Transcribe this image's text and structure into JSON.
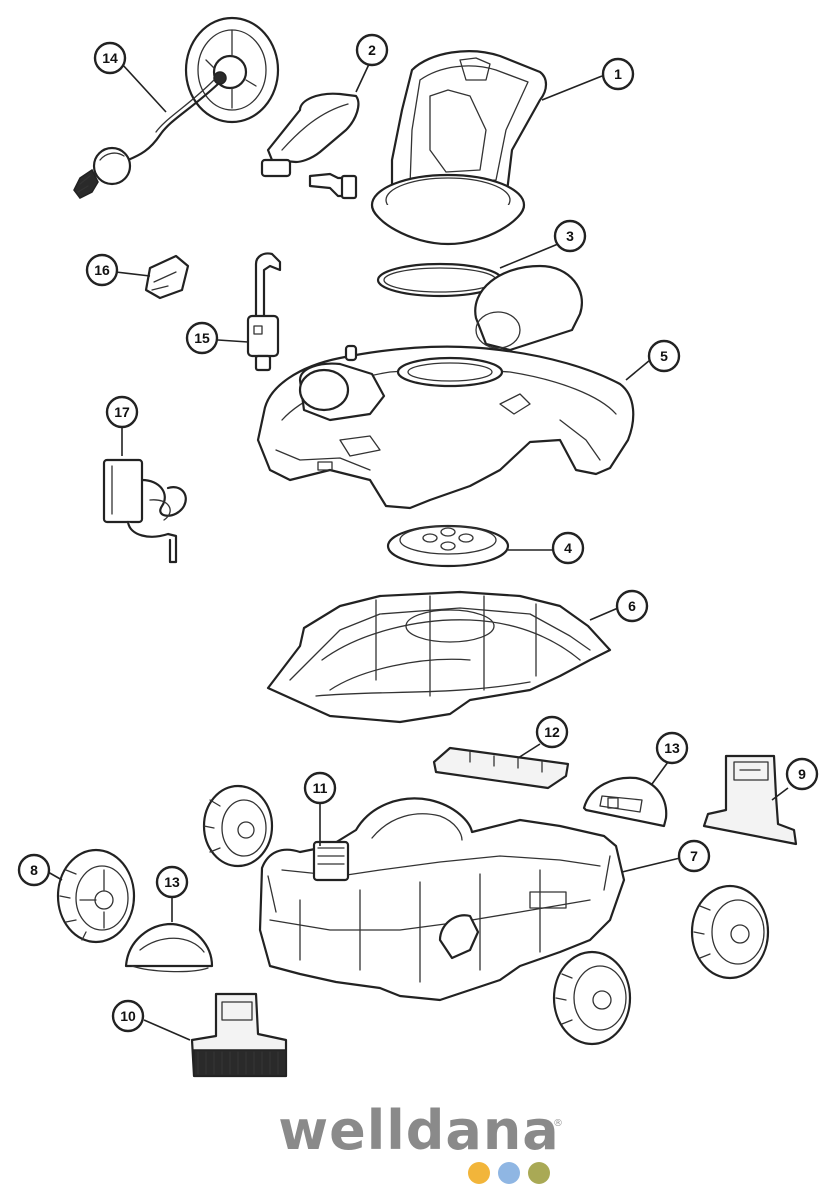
{
  "callouts": [
    {
      "label": "1"
    },
    {
      "label": "2"
    },
    {
      "label": "3"
    },
    {
      "label": "4"
    },
    {
      "label": "5"
    },
    {
      "label": "6"
    },
    {
      "label": "7"
    },
    {
      "label": "8"
    },
    {
      "label": "9"
    },
    {
      "label": "10"
    },
    {
      "label": "11"
    },
    {
      "label": "12"
    },
    {
      "label": "13"
    },
    {
      "label": "13"
    },
    {
      "label": "14"
    },
    {
      "label": "15"
    },
    {
      "label": "16"
    },
    {
      "label": "17"
    }
  ],
  "brand": {
    "name": "welldana",
    "registered_mark": "®",
    "dot_colors": [
      "#f2b53a",
      "#8fb6e3",
      "#a9a955"
    ]
  }
}
